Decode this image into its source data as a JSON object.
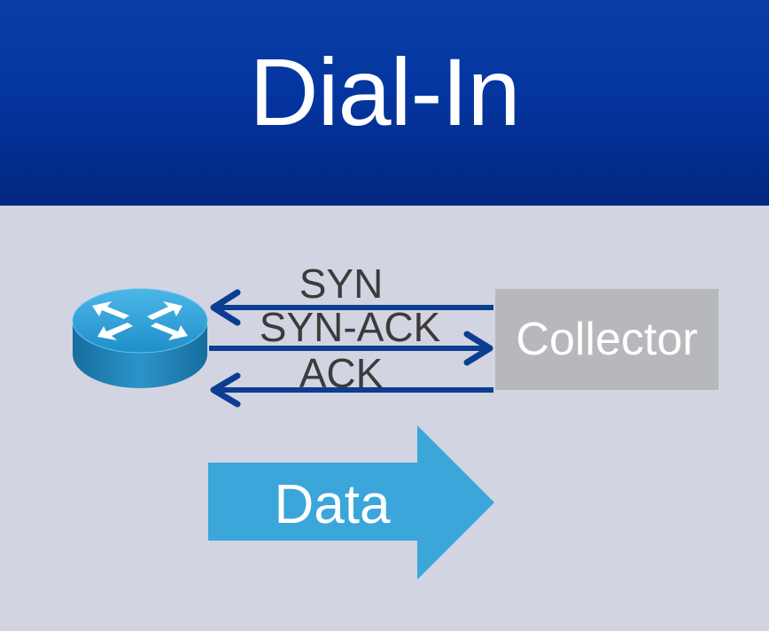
{
  "title": "Dial-In",
  "collector": {
    "label": "Collector"
  },
  "messages": [
    {
      "label": "SYN",
      "direction": "collector-to-router"
    },
    {
      "label": "SYN-ACK",
      "direction": "router-to-collector"
    },
    {
      "label": "ACK",
      "direction": "collector-to-router"
    }
  ],
  "data_arrow": {
    "label": "Data",
    "direction": "router-to-collector"
  },
  "colors": {
    "header": "#0435a0",
    "background": "#d2d4e2",
    "arrow_line": "#0b3d91",
    "collector_box": "#b7b8bc",
    "data_arrow": "#3aa6da",
    "router_top": "#2fa1d8",
    "router_side": "#1d7fb5"
  },
  "icons": {
    "router": "router-icon"
  }
}
